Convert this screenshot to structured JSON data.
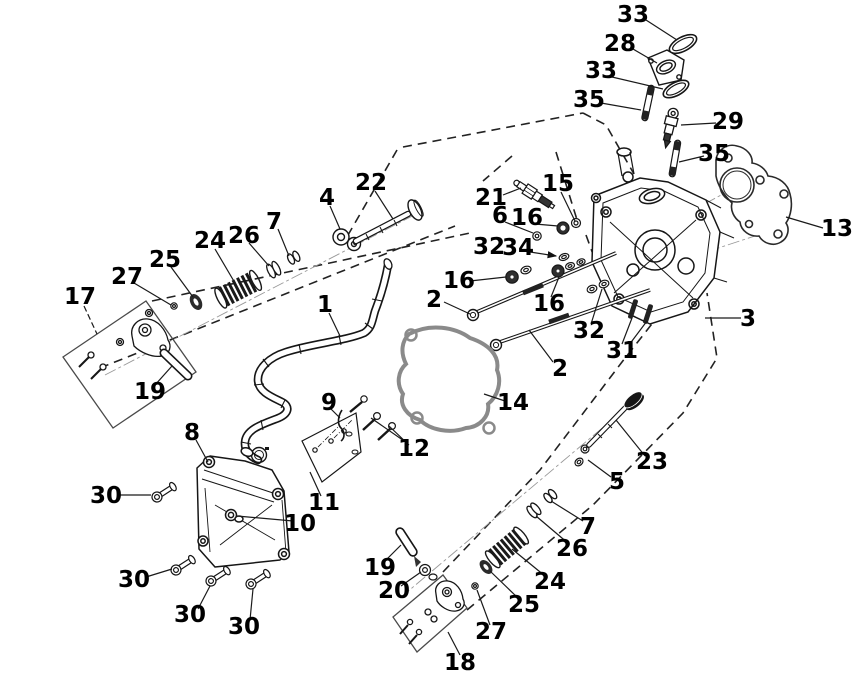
{
  "colors": {
    "background": "#ffffff",
    "line": "#1a1a1a",
    "label": "#000000",
    "gasket_gray": "#8a8a8a"
  },
  "callouts": [
    {
      "label": "33"
    },
    {
      "label": "28"
    },
    {
      "label": "33"
    },
    {
      "label": "35"
    },
    {
      "label": "29"
    },
    {
      "label": "35"
    },
    {
      "label": "13"
    },
    {
      "label": "3"
    },
    {
      "label": "22"
    },
    {
      "label": "4"
    },
    {
      "label": "21"
    },
    {
      "label": "15"
    },
    {
      "label": "6"
    },
    {
      "label": "16"
    },
    {
      "label": "32"
    },
    {
      "label": "34"
    },
    {
      "label": "16"
    },
    {
      "label": "2"
    },
    {
      "label": "16"
    },
    {
      "label": "32"
    },
    {
      "label": "2"
    },
    {
      "label": "31"
    },
    {
      "label": "27"
    },
    {
      "label": "25"
    },
    {
      "label": "24"
    },
    {
      "label": "26"
    },
    {
      "label": "7"
    },
    {
      "label": "17"
    },
    {
      "label": "19"
    },
    {
      "label": "1"
    },
    {
      "label": "14"
    },
    {
      "label": "9"
    },
    {
      "label": "12"
    },
    {
      "label": "11"
    },
    {
      "label": "8"
    },
    {
      "label": "10"
    },
    {
      "label": "30"
    },
    {
      "label": "30"
    },
    {
      "label": "30"
    },
    {
      "label": "30"
    },
    {
      "label": "19"
    },
    {
      "label": "20"
    },
    {
      "label": "18"
    },
    {
      "label": "27"
    },
    {
      "label": "25"
    },
    {
      "label": "24"
    },
    {
      "label": "26"
    },
    {
      "label": "7"
    },
    {
      "label": "5"
    },
    {
      "label": "23"
    }
  ]
}
